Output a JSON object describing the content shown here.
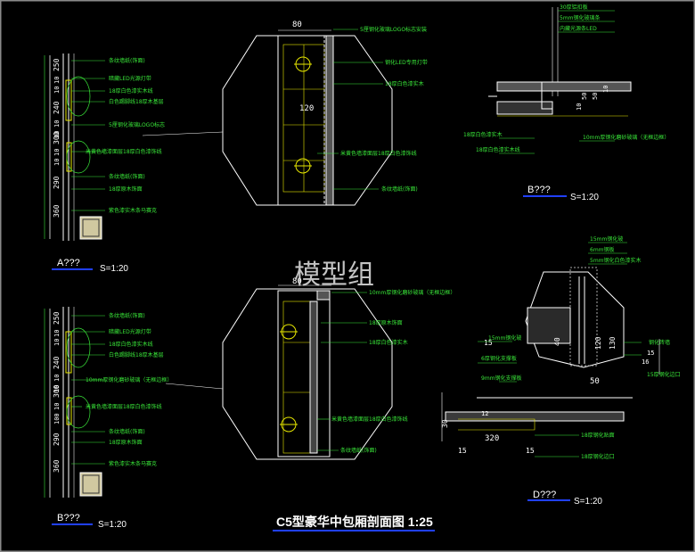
{
  "title": "C5型豪华中包厢剖面图  1:25",
  "watermark": "模型组",
  "colors": {
    "background": "#000000",
    "annotation": "#39e639",
    "outline": "#ffffff",
    "scale_bar": "#2040ff",
    "accent_yellow": "#e8e800",
    "border": "#8a8a8a"
  },
  "details": [
    {
      "label": "A???",
      "scale": "S=1:20"
    },
    {
      "label": "B???",
      "scale": "S=1:20"
    },
    {
      "label": "B???",
      "scale": "S=1:20"
    },
    {
      "label": "D???",
      "scale": "S=1:20"
    }
  ],
  "dims_left_top": [
    "250",
    "10",
    "10",
    "240",
    "10",
    "10",
    "300",
    "10",
    "10",
    "290",
    "360"
  ],
  "dims_left_bottom": [
    "250",
    "10",
    "10",
    "240",
    "10",
    "10",
    "300",
    "10",
    "100",
    "290",
    "360"
  ],
  "dims_circle": {
    "top": "80",
    "mid": "120"
  },
  "dims_circle2": {
    "top": "80"
  },
  "dims_b": [
    "10",
    "50",
    "50",
    "10"
  ],
  "dims_d": [
    "15",
    "40",
    "120",
    "130",
    "50",
    "30",
    "12",
    "320",
    "15",
    "15",
    "16",
    "15"
  ],
  "notes_left_top": [
    "条纹墙纸(饰面)",
    "暗藏LED光源灯带",
    "18厚白色漆实木线",
    "白色踢脚线18厚木基层",
    "5厘钢化玻璃LOGO标志",
    "米黄色墙漆面层18厚白色漆饰线",
    "条纹墙纸(饰面)",
    "18厚原木饰面",
    "紫色漆实木条马赛克"
  ],
  "notes_left_bottom": [
    "条纹墙纸(饰面)",
    "暗藏LED光源灯带",
    "18厚白色漆实木线",
    "白色踢脚线18厚木基层",
    "10mm厚钢化磨砂玻璃（无框边框）",
    "米黄色墙漆面层18厚白色漆饰线",
    "条纹墙纸(饰面)",
    "18厚原木饰面",
    "紫色漆实木条马赛克"
  ],
  "notes_circle_top": [
    "5厘钢化玻璃LOGO标志安装",
    "钢化LED专用灯带",
    "18厚白色漆实木",
    "米黄色墙漆面层18厚白色漆饰线",
    "条纹墙纸(饰面)"
  ],
  "notes_circle_bottom": [
    "10mm厚钢化磨砂玻璃（无框边框）",
    "18厚原木饰面",
    "18厚白色漆实木",
    "米黄色墙漆面层18厚白色漆饰线",
    "条纹墙纸(饰面)"
  ],
  "notes_b": [
    "30厚铝扣板",
    "5mm钢化玻璃条",
    "内藏光源条LED",
    "18厚白色漆实木",
    "18厚白色漆实木线",
    "10mm厚钢化磨砂玻璃（无框边框）"
  ],
  "notes_d": [
    "15mm钢化玻",
    "6mm钢板",
    "5mm钢化白色漆实木",
    "钢化砖墙",
    "15厚钢化边口",
    "15mm钢化玻",
    "6厚钢化支撑板",
    "9mm钢化支撑板",
    "18厚钢化贴面",
    "18厚钢化边口"
  ]
}
